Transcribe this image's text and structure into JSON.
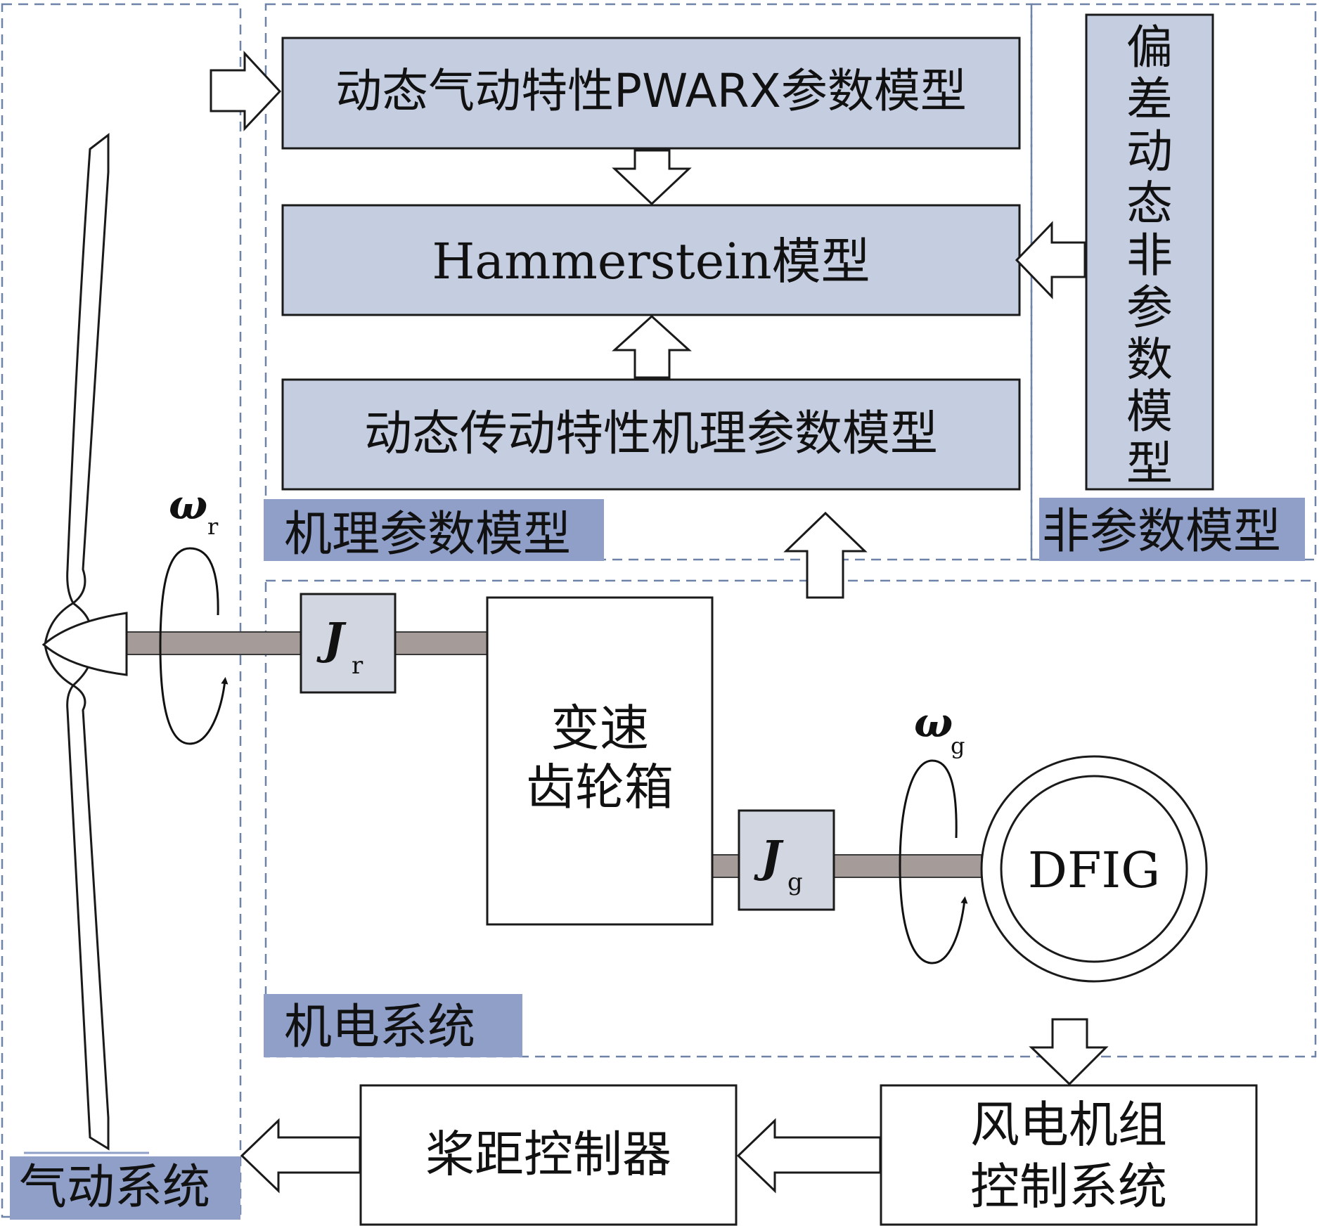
{
  "blocks": {
    "aero_pwarx": "动态气动特性PWARX参数模型",
    "hammerstein": "Hammerstein模型",
    "drivetrain_mech": "动态传动特性机理参数模型",
    "deviation_nonparam": "偏差动态非参数模型",
    "gearbox_line1": "变速",
    "gearbox_line2": "齿轮箱",
    "dfig": "DFIG",
    "pitch_controller": "桨距控制器",
    "turbine_ctrl_line1": "风电机组",
    "turbine_ctrl_line2": "控制系统"
  },
  "region_labels": {
    "mechanism_param_model": "机理参数模型",
    "nonparam_model": "非参数模型",
    "electromech_system": "机电系统",
    "aero_system": "气动系统"
  },
  "symbols": {
    "omega_r": "ω",
    "omega_r_sub": "r",
    "J_r": "J",
    "J_r_sub": "r",
    "omega_g": "ω",
    "omega_g_sub": "g",
    "J_g": "J",
    "J_g_sub": "g"
  },
  "colors": {
    "block_fill": "#c5cde0",
    "label_fill": "#8f9fc8",
    "inertia_fill": "#d2d6e0",
    "shaft_fill": "#a59b98",
    "dash_stroke": "#6f82a8",
    "line": "#1a1a1a"
  }
}
